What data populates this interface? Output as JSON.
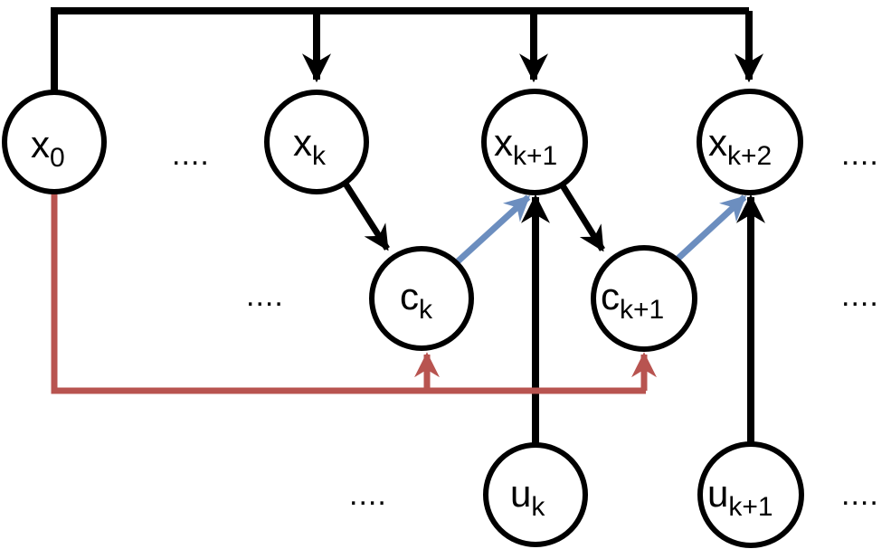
{
  "colors": {
    "black": "#000000",
    "red": "#b85450",
    "blue": "#6c8ebf"
  },
  "nodes": {
    "x0": {
      "main": "x",
      "sub": "0"
    },
    "xk": {
      "main": "x",
      "sub": "k"
    },
    "xk1": {
      "main": "x",
      "sub": "k+1"
    },
    "xk2": {
      "main": "x",
      "sub": "k+2"
    },
    "ck": {
      "main": "c",
      "sub": "k"
    },
    "ck1": {
      "main": "c",
      "sub": "k+1"
    },
    "uk": {
      "main": "u",
      "sub": "k"
    },
    "uk1": {
      "main": "u",
      "sub": "k+1"
    }
  },
  "ellipses": {
    "top_left": "....",
    "top_right": "....",
    "middle_left": "....",
    "middle_right": "....",
    "bottom_left": "....",
    "bottom_right": "...."
  }
}
